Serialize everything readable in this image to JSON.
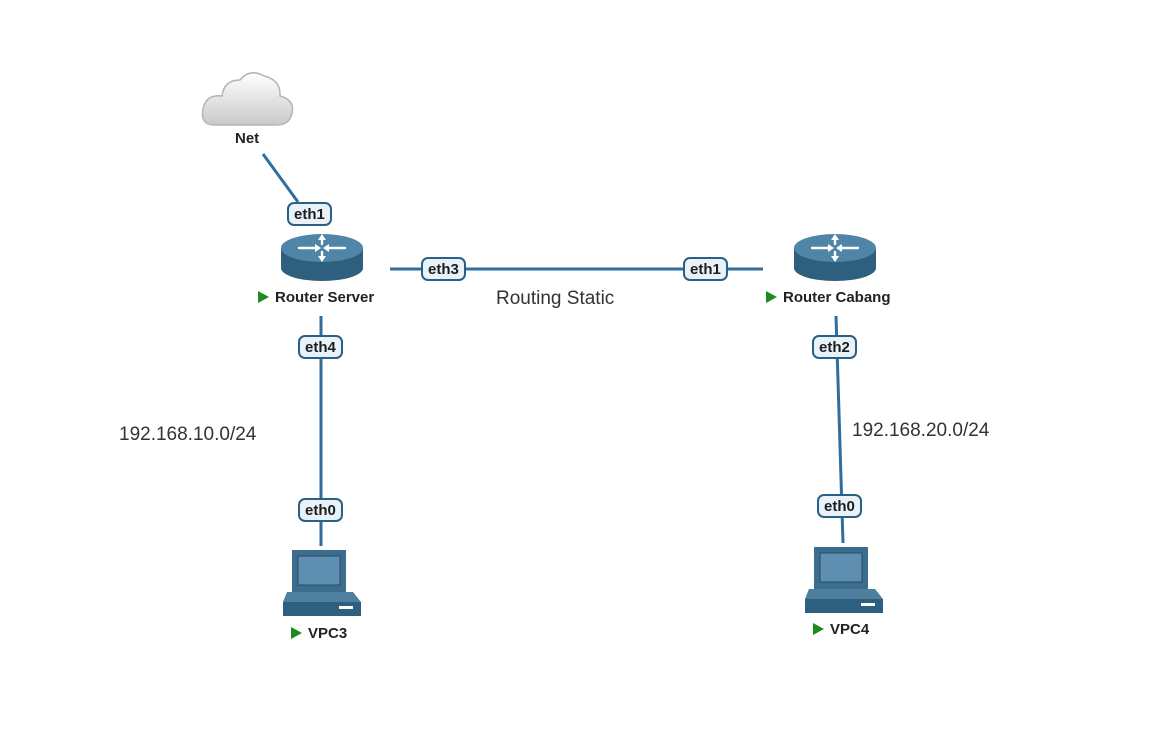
{
  "nodes": {
    "net": {
      "label": "Net"
    },
    "router_server": {
      "label": "Router Server"
    },
    "router_cabang": {
      "label": "Router Cabang"
    },
    "vpc3": {
      "label": "VPC3"
    },
    "vpc4": {
      "label": "VPC4"
    }
  },
  "ports": {
    "net_link": "eth1",
    "server_wan": "eth3",
    "cabang_wan": "eth1",
    "server_lan": "eth4",
    "vpc3_nic": "eth0",
    "cabang_lan": "eth2",
    "vpc4_nic": "eth0"
  },
  "annotations": {
    "routing": "Routing Static",
    "lan_server": "192.168.10.0/24",
    "lan_cabang": "192.168.20.0/24"
  },
  "colors": {
    "link": "#2f6e9e",
    "router_body": "#3b6d8c",
    "status_running": "#1f8a1f"
  }
}
